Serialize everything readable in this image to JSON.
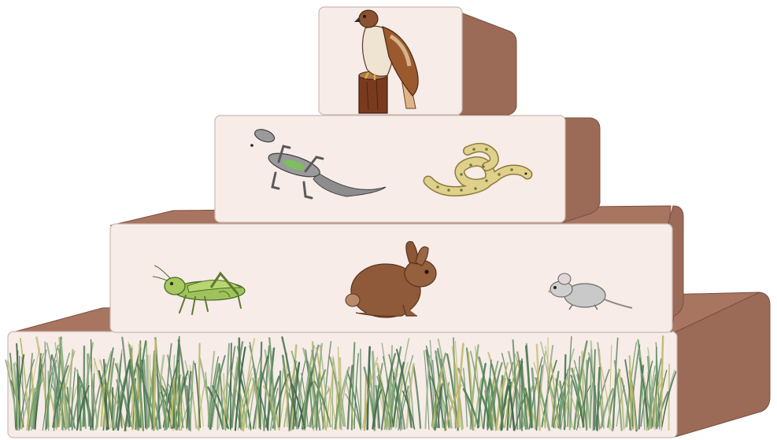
{
  "diagram": {
    "type": "energy-pyramid",
    "levels": [
      {
        "level": 1,
        "role": "producers",
        "organisms": [
          "grass"
        ]
      },
      {
        "level": 2,
        "role": "primary-consumers",
        "organisms": [
          "grasshopper",
          "rabbit",
          "mouse"
        ]
      },
      {
        "level": 3,
        "role": "secondary-consumers",
        "organisms": [
          "lizard",
          "snake"
        ]
      },
      {
        "level": 4,
        "role": "tertiary-consumer",
        "organisms": [
          "hawk"
        ]
      }
    ]
  },
  "colors": {
    "block_face": "#f7ece8",
    "block_side": "#9b6b57",
    "block_top": "#a87561",
    "block_outline": "#7a5040",
    "grass_dark": "#4f7d55",
    "grass_light": "#8fae7e",
    "grass_yellow": "#b9b86a"
  }
}
